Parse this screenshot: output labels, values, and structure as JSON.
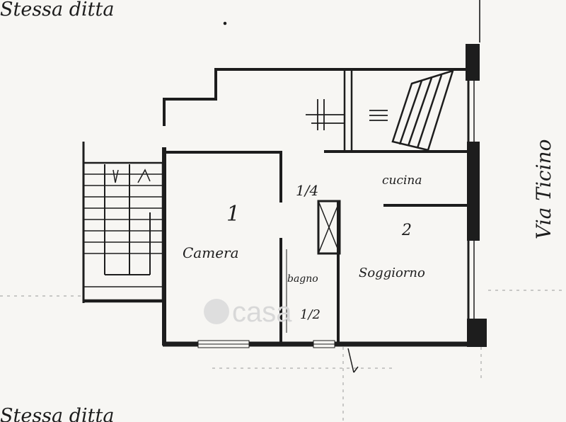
{
  "header_note": "Stessa ditta",
  "footer_note": "Stessa ditta",
  "street": "Via Ticino",
  "rooms": {
    "camera": {
      "number": "1",
      "label": "Camera"
    },
    "cucina": {
      "label": "cucina"
    },
    "soggiorno": {
      "number": "2",
      "label": "Soggiorno"
    },
    "bagno": {
      "label": "bagno",
      "number": "1/2"
    },
    "disimpegno": {
      "number": "1/4"
    }
  },
  "watermark": "casa",
  "colors": {
    "ink": "#1d1d1d",
    "paper": "#f7f6f3",
    "watermark": "#d8d8d8"
  }
}
